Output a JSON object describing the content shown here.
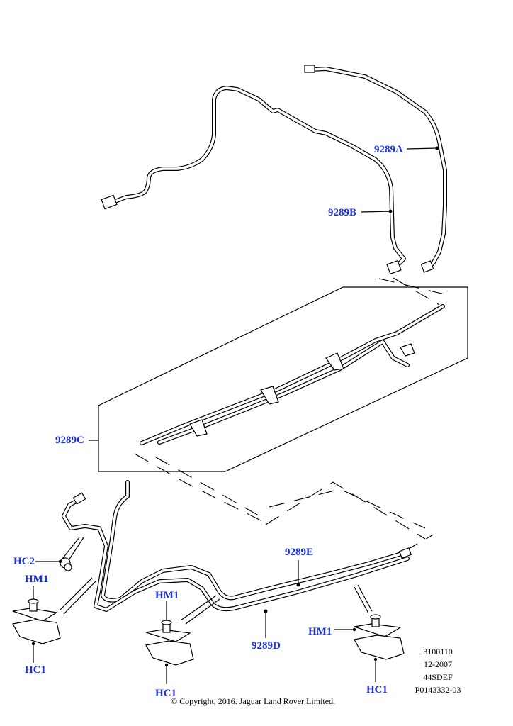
{
  "diagram": {
    "title": "Fuel / brake pipe assembly exploded view",
    "label_color": "#1a2fe0",
    "callouts": [
      {
        "id": "9289A",
        "text": "9289A"
      },
      {
        "id": "9289B",
        "text": "9289B"
      },
      {
        "id": "9289C",
        "text": "9289C"
      },
      {
        "id": "9289D",
        "text": "9289D"
      },
      {
        "id": "9289E",
        "text": "9289E"
      },
      {
        "id": "HC2",
        "text": "HC2"
      },
      {
        "id": "HM1-left",
        "text": "HM1"
      },
      {
        "id": "HC1-left",
        "text": "HC1"
      },
      {
        "id": "HM1-middle",
        "text": "HM1"
      },
      {
        "id": "HC1-middle",
        "text": "HC1"
      },
      {
        "id": "HM1-right",
        "text": "HM1"
      },
      {
        "id": "HC1-right",
        "text": "HC1"
      }
    ],
    "reference_block": {
      "line1": "3100110",
      "line2": "12-2007",
      "line3": "44SDEF",
      "line4": "P0143332-03"
    },
    "copyright": "© Copyright, 2016. Jaguar Land Rover Limited."
  }
}
